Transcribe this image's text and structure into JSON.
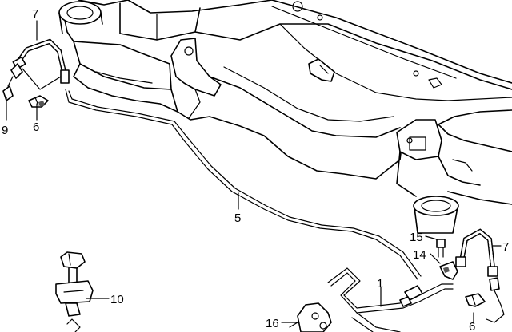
{
  "callouts": [
    {
      "id": "c7a",
      "label": "7"
    },
    {
      "id": "c9",
      "label": "9"
    },
    {
      "id": "c6a",
      "label": "6"
    },
    {
      "id": "c5",
      "label": "5"
    },
    {
      "id": "c15",
      "label": "15"
    },
    {
      "id": "c7b",
      "label": "7"
    },
    {
      "id": "c14",
      "label": "14"
    },
    {
      "id": "c1",
      "label": "1"
    },
    {
      "id": "c10",
      "label": "10"
    },
    {
      "id": "c16",
      "label": "16"
    },
    {
      "id": "c6b",
      "label": "6"
    }
  ]
}
